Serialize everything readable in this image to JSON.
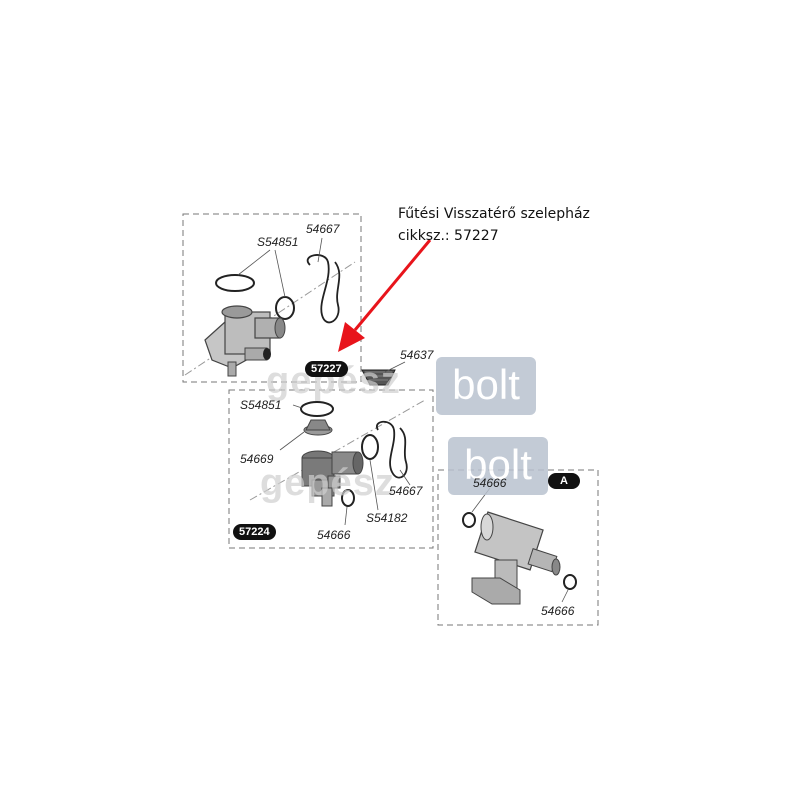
{
  "caption": {
    "line1": "Fűtési Visszatérő szelepház",
    "line2": "cikksz.: 57227"
  },
  "labels": {
    "top_s54851": "S54851",
    "top_54667": "54667",
    "badge_57227": "57227",
    "mid_54637": "54637",
    "mid_s54851": "S54851",
    "mid_54669": "54669",
    "mid_54667": "54667",
    "mid_s54182": "S54182",
    "mid_54666": "54666",
    "badge_57224": "57224",
    "right_54666_top": "54666",
    "badge_a": "A",
    "right_54666_bottom": "54666"
  },
  "watermark": {
    "left_text": "gepész",
    "right_text": "bolt"
  },
  "colors": {
    "arrow": "#e8141b",
    "line": "#555555",
    "part_fill": "#bdbdbd",
    "part_dark": "#6f6f6f"
  }
}
